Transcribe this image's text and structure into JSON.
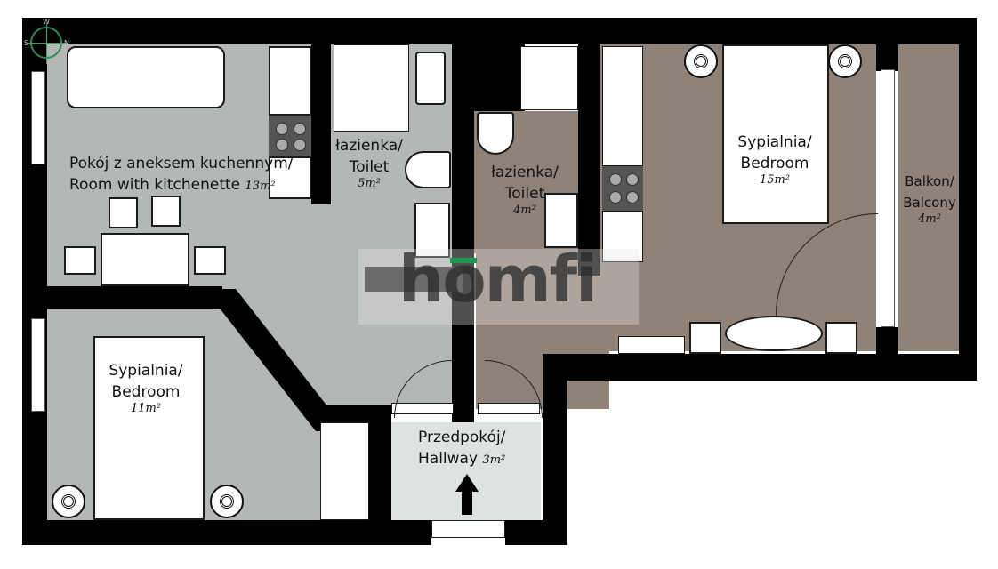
{
  "plan": {
    "colors": {
      "wall": "#000000",
      "floor_gray": "#b4b8b4",
      "floor_brown": "#8f8278",
      "floor_hallway": "#dfe3df",
      "watermark_accent": "#1a9a50"
    },
    "compass": {
      "icon": "compass-icon",
      "labels": [
        "W",
        "S",
        "N"
      ]
    },
    "rooms": [
      {
        "name_pl": "Pokój z aneksem kuchennym/",
        "name_en": "Room with kitchenette",
        "area": "13m²"
      },
      {
        "name_pl": "łazienka/",
        "name_en": "Toilet",
        "area": "5m²"
      },
      {
        "name_pl": "łazienka/",
        "name_en": "Toilet",
        "area": "4m²"
      },
      {
        "name_pl": "Sypialnia/",
        "name_en": "Bedroom",
        "area": "15m²"
      },
      {
        "name_pl": "Balkon/",
        "name_en": "Balcony",
        "area": "4m²"
      },
      {
        "name_pl": "Sypialnia/",
        "name_en": "Bedroom",
        "area": "11m²"
      },
      {
        "name_pl": "Przedpokój/",
        "name_en": "Hallway",
        "area": "3m²"
      }
    ],
    "entrance_icon": "arrow-up-icon",
    "watermark": "homfi"
  }
}
